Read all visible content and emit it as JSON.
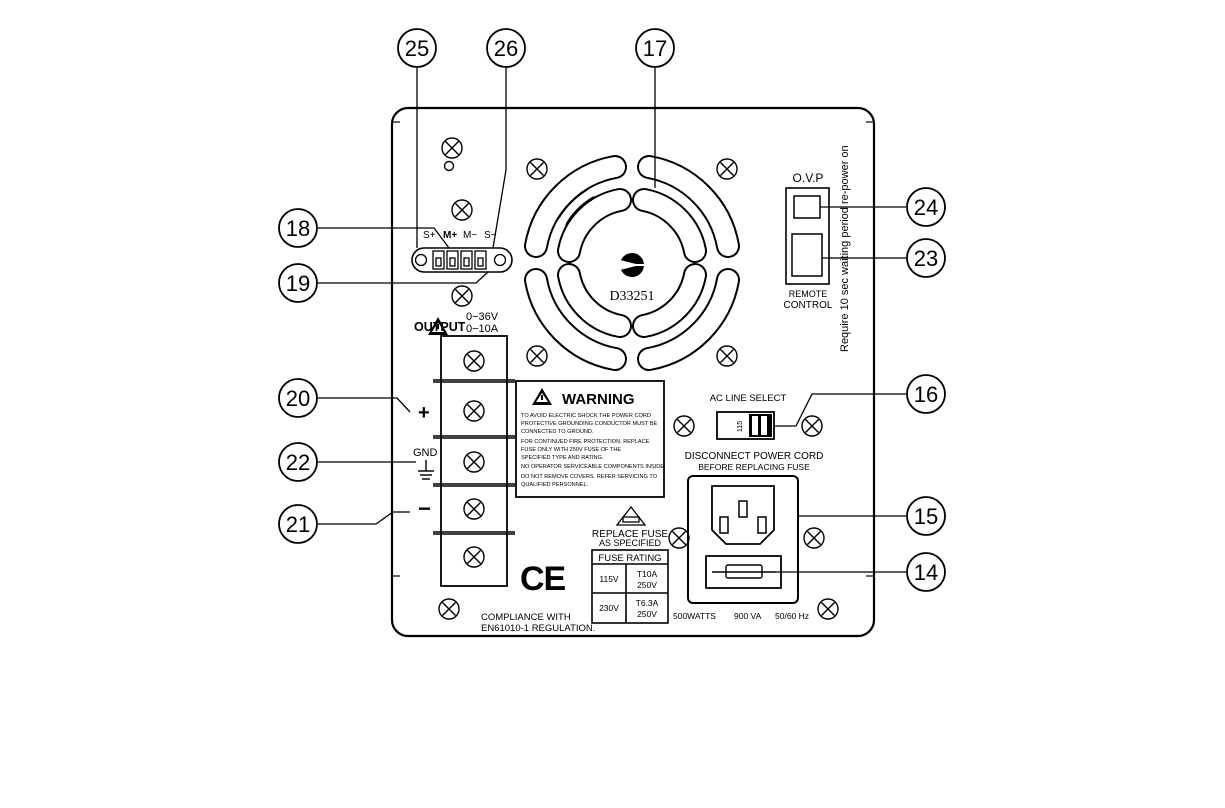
{
  "callouts": {
    "c25": "25",
    "c26": "26",
    "c17": "17",
    "c18": "18",
    "c19": "19",
    "c20": "20",
    "c22": "22",
    "c21": "21",
    "c24": "24",
    "c23": "23",
    "c16": "16",
    "c15": "15",
    "c14": "14"
  },
  "sense_terminals": {
    "s_plus": "S+",
    "m_plus": "M+",
    "m_minus": "M−",
    "s_minus": "S−"
  },
  "output": {
    "label": "OUTPUT",
    "voltage": "0−36V",
    "current": "0−10A",
    "plus": "+",
    "gnd": "GND",
    "minus": "−"
  },
  "fan": {
    "approval_mark": "D33251"
  },
  "ovp": {
    "label": "O.V.P",
    "remote_line1": "REMOTE",
    "remote_line2": "CONTROL",
    "side_note": "Require 10 sec waiting period re-power on"
  },
  "warning": {
    "title": "WARNING",
    "lines": [
      "TO AVOID ELECTRIC SHOCK THE POWER CORD",
      "PROTECTIVE GROUNDING CONDUCTOR MUST BE",
      "CONNECTED TO GROUND.",
      "FOR CONTINUED FIRE PROTECTION. REPLACE",
      "FUSE ONLY WITH 250V FUSE OF THE",
      "SPECIFIED TYPE AND RATING.",
      "NO OPERATOR SERVICEABLE COMPONENTS INSIDE.",
      "DO NOT REMOVE COVERS. REFER SERVICING TO",
      "QUALIFIED PERSONNEL."
    ]
  },
  "ac_line": {
    "label": "AC LINE SELECT",
    "switch_value": "115",
    "disconnect_line1": "DISCONNECT POWER CORD",
    "disconnect_line2": "BEFORE REPLACING FUSE"
  },
  "fuse": {
    "replace_line1": "REPLACE FUSE",
    "replace_line2": "AS SPECIFIED",
    "rating_title": "FUSE RATING",
    "rows": [
      {
        "voltage": "115V",
        "fuse": "T10A",
        "rating": "250V"
      },
      {
        "voltage": "230V",
        "fuse": "T6.3A",
        "rating": "250V"
      }
    ]
  },
  "compliance": {
    "ce_mark": "CE",
    "line1": "COMPLIANCE WITH",
    "line2": "EN61010-1 REGULATION."
  },
  "power_specs": {
    "watts": "500WATTS",
    "va": "900 VA",
    "freq": "50/60 Hz"
  }
}
